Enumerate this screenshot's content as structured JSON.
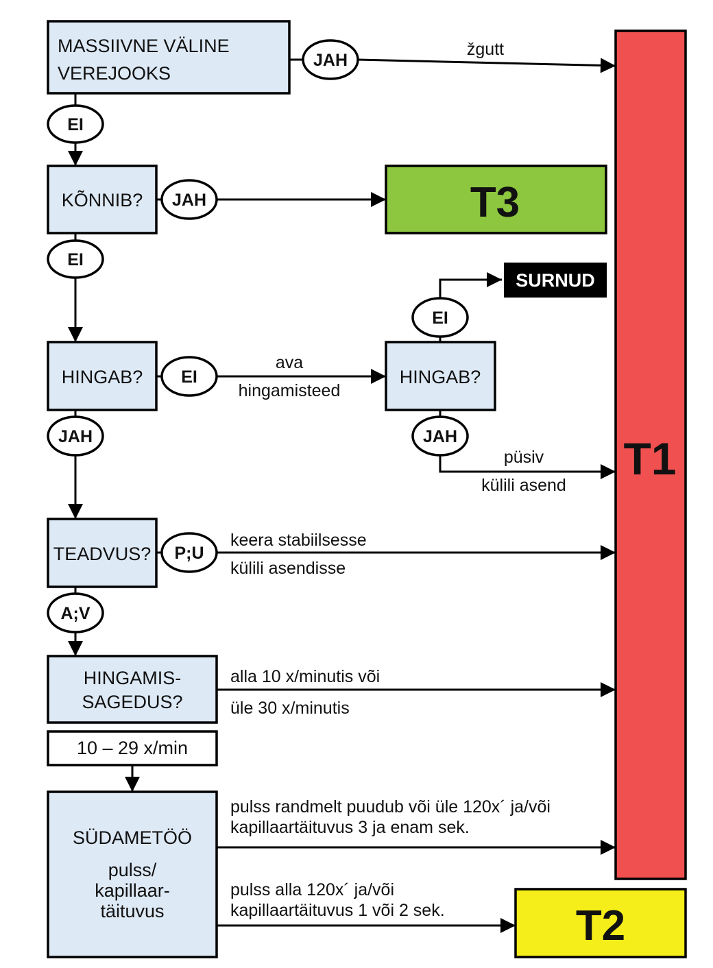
{
  "colors": {
    "box_fill": "#dde9f5",
    "t1": "#f05050",
    "t2": "#f5ee1a",
    "t3": "#8dc63f",
    "surnud": "#000000"
  },
  "nodes": {
    "bleeding": [
      "MASSIIVNE VÄLINE",
      "VEREJOOKS"
    ],
    "walking": "KÕNNIB?",
    "breathing": "HINGAB?",
    "breathing2": "HINGAB?",
    "consciousness": "TEADVUS?",
    "resp_rate": [
      "HINGAMIS-",
      "SAGEDUS?"
    ],
    "resp_range": "10 – 29 x/min",
    "cardiac": [
      "SÜDAMETÖÖ",
      "pulss/",
      "kapillaar-",
      "täituvus"
    ],
    "dead": "SURNUD",
    "t1": "T1",
    "t2": "T2",
    "t3": "T3"
  },
  "decisions": {
    "bleeding_yes": "JAH",
    "bleeding_no": "EI",
    "walking_yes": "JAH",
    "walking_no": "EI",
    "breathing_no": "EI",
    "breathing_yes": "JAH",
    "breathing2_no": "EI",
    "breathing2_yes": "JAH",
    "consc_pu": "P;U",
    "consc_av": "A;V"
  },
  "edge_labels": {
    "tourniquet": "žgutt",
    "airway": [
      "ava",
      "hingamisteed"
    ],
    "recovery": [
      "püsiv",
      "külili asend"
    ],
    "stable": [
      "keera stabiilsesse",
      "külili asendisse"
    ],
    "rate": [
      "alla 10 x/minutis või",
      "üle 30 x/minutis"
    ],
    "pulse_bad": [
      "pulss randmelt puudub või üle 120x´ ja/või",
      "kapillaartäituvus 3 ja enam sek."
    ],
    "pulse_ok": [
      "pulss alla 120x´ ja/või",
      "kapillaartäituvus 1 või 2 sek."
    ]
  }
}
